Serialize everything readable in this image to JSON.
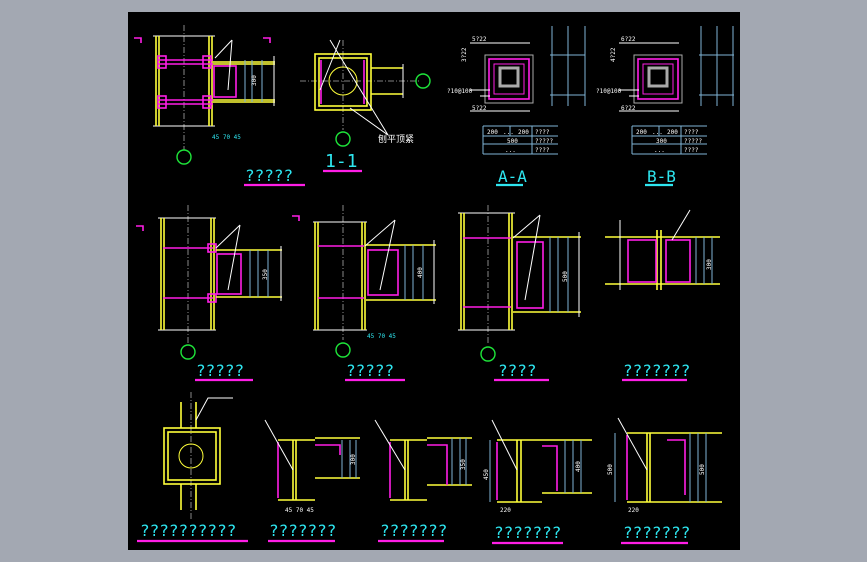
{
  "drawing": {
    "background": "#000000",
    "frame_color": "#a3a8b2",
    "colors": {
      "steel": "#ffff3a",
      "plate": "#ff1ee6",
      "dimension": "#7fb4d6",
      "text": "#2ee6f0",
      "axis_bubble": "#1ee63a"
    }
  },
  "titles": {
    "detail_1": "?????",
    "section_1_1": "1-1",
    "section_a_a": "A-A",
    "section_b_b": "B-B",
    "detail_2": "?????",
    "detail_3": "?????",
    "detail_4": "????",
    "detail_5": "???????",
    "detail_6": "??????????",
    "detail_7": "???????",
    "detail_8": "???????",
    "detail_9": "???????",
    "detail_10": "???????"
  },
  "annotations": {
    "planed_tight": "刨平顶紧",
    "rebar_top_a": "5?22",
    "rebar_side_a": "3?22",
    "stirrup_a": "?10@100",
    "rebar_bottom_a": "5?22",
    "rebar_top_b": "6?22",
    "rebar_side_b": "4?22",
    "stirrup_b": "?10@100",
    "rebar_bottom_b": "6?22",
    "dim_300": "300",
    "dim_350": "350",
    "dim_400": "400",
    "dim_500": "500",
    "dim_200": "200",
    "dim_220": "220",
    "dim_450": "450",
    "bolt_spacing": "45 70 45",
    "table_a": [
      "200",
      "...",
      "200",
      "????",
      "500",
      "?????",
      "...",
      "????"
    ],
    "table_b": [
      "200",
      "...",
      "200",
      "????",
      "300",
      "?????",
      "...",
      "????"
    ]
  }
}
